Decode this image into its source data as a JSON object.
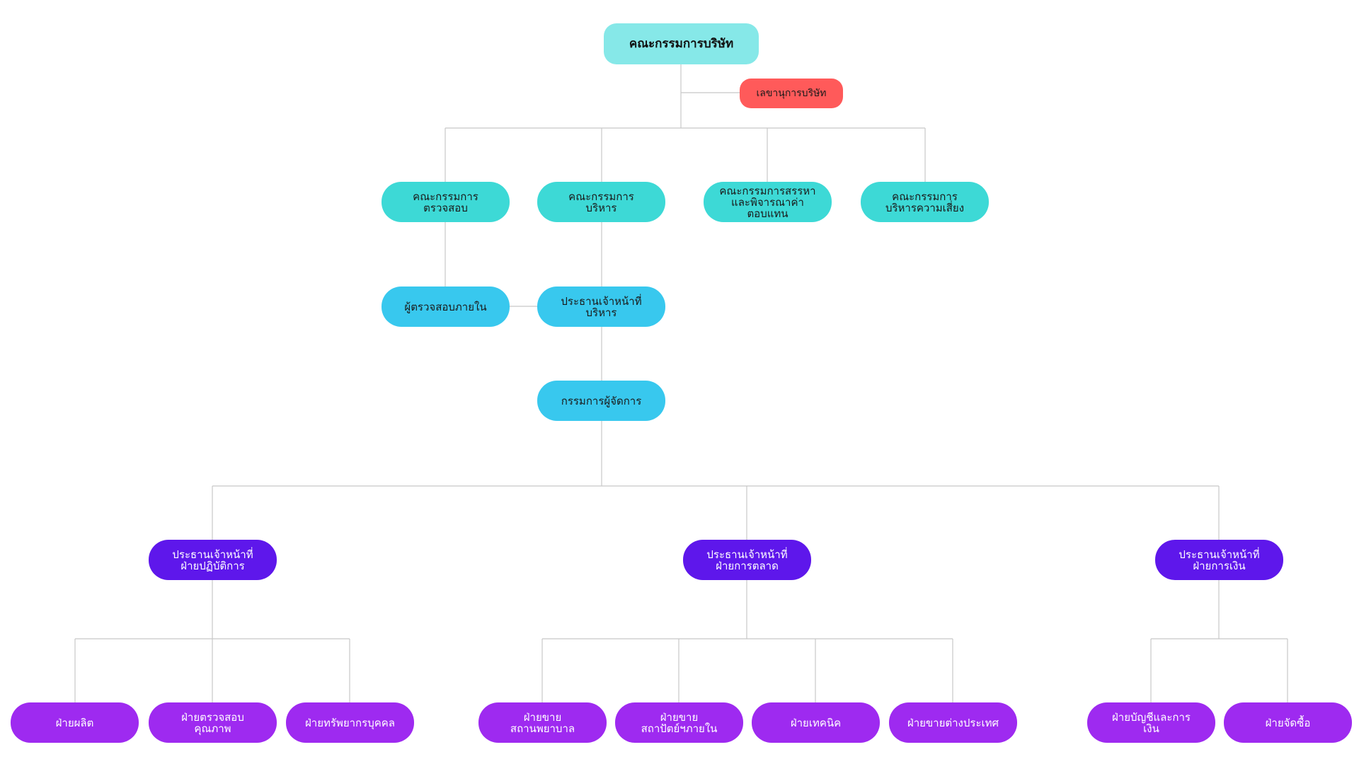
{
  "colors": {
    "root": "#86E8E8",
    "secretary": "#FF5A5A",
    "committee": "#3DD9D6",
    "executive": "#38C8EE",
    "chief": "#5E17EB",
    "department": "#9E2AF0",
    "line": "#C8C8C8"
  },
  "nodes": {
    "board": "คณะกรรมการบริษัท",
    "secretary": "เลขานุการบริษัท",
    "audit_committee": "คณะกรรมการ\nตรวจสอบ",
    "executive_committee": "คณะกรรมการ\nบริหาร",
    "nomination_committee": "คณะกรรมการสรรหา\nและพิจารณาค่า\nตอบแทน",
    "risk_committee": "คณะกรรมการ\nบริหารความเสี่ยง",
    "internal_auditor": "ผู้ตรวจสอบภายใน",
    "ceo": "ประธานเจ้าหน้าที่\nบริหาร",
    "managing_director": "กรรมการผู้จัดการ",
    "coo": "ประธานเจ้าหน้าที่\nฝ่ายปฏิบัติการ",
    "cmo": "ประธานเจ้าหน้าที่\nฝ่ายการตลาด",
    "cfo": "ประธานเจ้าหน้าที่\nฝ่ายการเงิน",
    "production": "ฝ่ายผลิต",
    "quality_control": "ฝ่ายตรวจสอบ\nคุณภาพ",
    "human_resources": "ฝ่ายทรัพยากรบุคคล",
    "hospital_sales": "ฝ่ายขาย\nสถานพยาบาล",
    "domestic_sales": "ฝ่ายขาย\nสถาปัตย์ฯภายใน",
    "technical": "ฝ่ายเทคนิค",
    "international_sales": "ฝ่ายขายต่างประเทศ",
    "accounting_finance": "ฝ่ายบัญชีและการ\nเงิน",
    "procurement": "ฝ่ายจัดซื้อ"
  }
}
